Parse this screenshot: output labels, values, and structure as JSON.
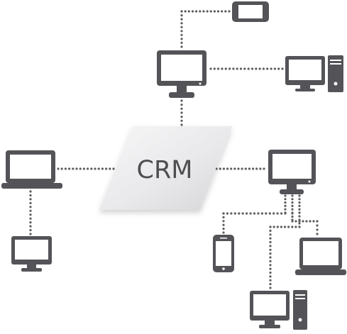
{
  "diagram": {
    "center_label": "CRM",
    "device_color": "#545458",
    "connector_color": "#5d5d60",
    "devices": [
      {
        "id": "tablet-top",
        "type": "tablet-landscape",
        "icon": "tablet-icon"
      },
      {
        "id": "monitor-top",
        "type": "monitor",
        "icon": "monitor-icon"
      },
      {
        "id": "desktop-top-right",
        "type": "desktop-tower",
        "icon": "desktop-computer-icon"
      },
      {
        "id": "laptop-left",
        "type": "laptop",
        "icon": "laptop-icon"
      },
      {
        "id": "monitor-bottom-left",
        "type": "monitor",
        "icon": "monitor-icon"
      },
      {
        "id": "monitor-right",
        "type": "monitor",
        "icon": "monitor-icon"
      },
      {
        "id": "phone-bottom",
        "type": "smartphone",
        "icon": "smartphone-icon"
      },
      {
        "id": "laptop-bottom-right",
        "type": "laptop",
        "icon": "laptop-icon"
      },
      {
        "id": "desktop-bottom",
        "type": "desktop-tower",
        "icon": "desktop-computer-icon"
      }
    ]
  }
}
